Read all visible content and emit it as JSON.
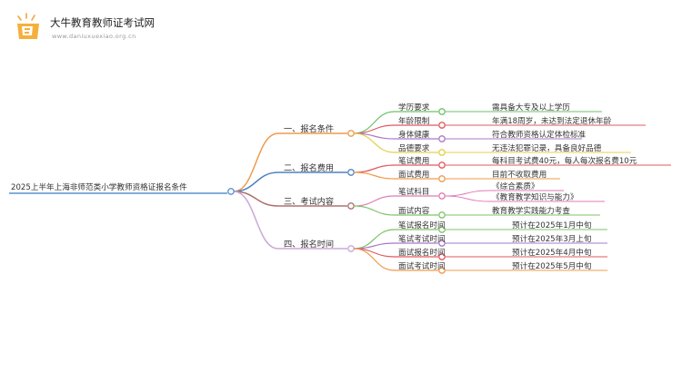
{
  "brand": {
    "name": "大牛教育教师证考试网",
    "url": "www.daniuxuexiao.org.cn"
  },
  "mindmap": {
    "root": "2025上半年上海非师范类小学教师资格证报名条件",
    "branches": [
      {
        "label": "一、报名条件",
        "color": "#f09a4a",
        "children": [
          {
            "label": "学历要求",
            "color": "#6cc26a",
            "detail": "需具备大专及以上学历"
          },
          {
            "label": "年龄限制",
            "color": "#e2585f",
            "detail": "年满18周岁，未达到法定退休年龄"
          },
          {
            "label": "身体健康",
            "color": "#a978c9",
            "detail": "符合教师资格认定体检标准"
          },
          {
            "label": "品德要求",
            "color": "#e3cf4b",
            "detail": "无违法犯罪记录，具备良好品德"
          }
        ]
      },
      {
        "label": "二、报名费用",
        "color": "#4f82c4",
        "children": [
          {
            "label": "笔试费用",
            "color": "#e2585f",
            "detail": "每科目考试费40元，每人每次报名费10元"
          },
          {
            "label": "面试费用",
            "color": "#f09a4a",
            "detail": "目前不收取费用"
          }
        ]
      },
      {
        "label": "三、考试内容",
        "color": "#b07070",
        "children": [
          {
            "label": "笔试科目",
            "color": "#e07bb5",
            "details": [
              "《综合素质》",
              "《教育教学知识与能力》"
            ]
          },
          {
            "label": "面试内容",
            "color": "#7ec46a",
            "detail": "教育教学实践能力考查"
          }
        ]
      },
      {
        "label": "四、报名时间",
        "color": "#c9a8d8",
        "children": [
          {
            "label": "笔试报名时间",
            "color": "#7ec46a",
            "detail": "预计在2025年1月中旬"
          },
          {
            "label": "笔试考试时间",
            "color": "#a978c9",
            "detail": "预计在2025年3月上旬"
          },
          {
            "label": "面试报名时间",
            "color": "#e2585f",
            "detail": "预计在2025年4月中旬"
          },
          {
            "label": "面试考试时间",
            "color": "#f09a4a",
            "detail": "预计在2025年5月中旬"
          }
        ]
      }
    ]
  }
}
